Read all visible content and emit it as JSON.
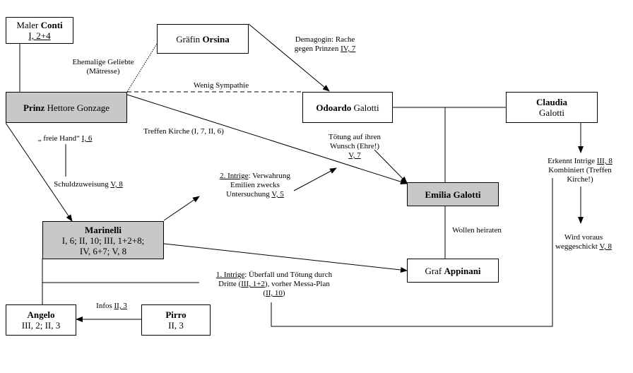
{
  "nodes": {
    "conti": {
      "pre": "Maler ",
      "bold": "Conti",
      "post": "",
      "ref": "I, 2+4"
    },
    "orsina": {
      "pre": "Gräfin ",
      "bold": "Orsina",
      "post": ""
    },
    "prinz": {
      "pre": "",
      "bold": "Prinz",
      "post": " Hettore Gonzage"
    },
    "odoardo": {
      "pre": "",
      "bold": "Odoardo",
      "post": " Galotti"
    },
    "claudia": {
      "bold": "Claudia",
      "line2": "Galotti"
    },
    "emilia": {
      "bold": "Emilia Galotti"
    },
    "marinelli": {
      "bold": "Marinelli",
      "line2": "I, 6; II, 10; III, 1+2+8;",
      "line3": "IV, 6+7; V, 8"
    },
    "appiani": {
      "pre": "Graf ",
      "bold": "Appinani"
    },
    "angelo": {
      "bold": "Angelo",
      "line2": "III, 2; II, 3"
    },
    "pirro": {
      "bold": "Pirro",
      "line2": "II, 3"
    }
  },
  "labels": {
    "geliebte": {
      "line1": "Ehemalige Geliebte",
      "line2": "(Mätresse)"
    },
    "sympathie": "Wenig Sympathie",
    "demagogin": {
      "line1": "Demagogin: Rache",
      "line2a": "gegen Prinzen ",
      "ref": "IV, 7"
    },
    "freie_hand": {
      "text": "„ freie Hand“ ",
      "ref": "I, 6"
    },
    "schuld": {
      "text": "Schuldzuweisung ",
      "ref": "V, 8"
    },
    "kirche": "Treffen Kirche (I, 7, II, 6)",
    "toetung": {
      "line1": "Tötung auf ihren",
      "line2": "Wunsch (Ehre!)",
      "ref": "V, 7"
    },
    "intrige2": {
      "ref1": "2. Intrige",
      "line1": ": Verwahrung",
      "line2": "Emilien zwecks",
      "line3": "Untersuchung ",
      "ref2": "V, 5"
    },
    "erkennt": {
      "line1a": "Erkennt Intrige ",
      "ref": "III, 8",
      "line2": "Kombiniert (Treffen",
      "line3": "Kirche!)"
    },
    "heiraten": "Wollen heiraten",
    "weggeschickt": {
      "line1": "Wird voraus",
      "line2": "weggeschickt  ",
      "ref": "V, 8"
    },
    "intrige1": {
      "ref1": "1. Intrige",
      "line1": ": Überfall und Tötung durch",
      "line2a": "Dritte  (",
      "ref2": "III, 1+2",
      "line2b": "), vorher Messa-Plan",
      "line3a": "(",
      "ref3": "II, 10",
      "line3b": ")"
    },
    "infos": {
      "text": "Infos ",
      "ref": "II, 3"
    }
  }
}
